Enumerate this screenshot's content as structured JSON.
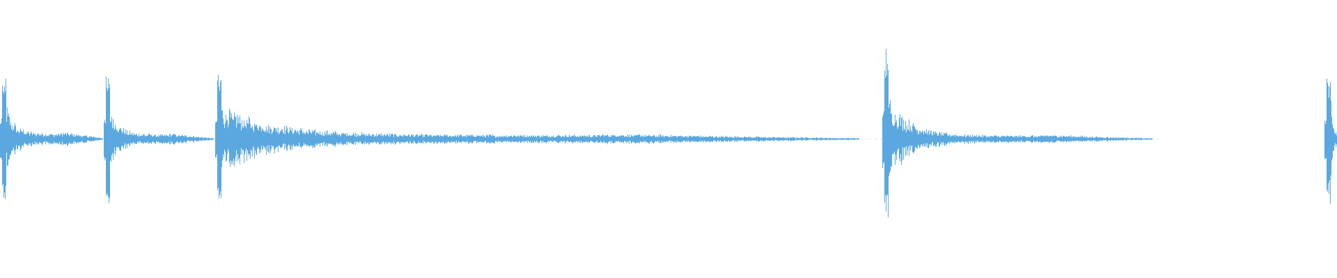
{
  "waveform": {
    "color": "#5ba8e0",
    "background": "#ffffff",
    "baseline_fraction": 0.5,
    "transients": [
      {
        "position": 0.0015,
        "peak": 0.5,
        "decay_length": 0.075,
        "tail_level": 0.05
      },
      {
        "position": 0.079,
        "peak": 0.52,
        "decay_length": 0.08,
        "tail_level": 0.04
      },
      {
        "position": 0.162,
        "peak": 0.52,
        "decay_length": 0.48,
        "tail_level": 0.035
      },
      {
        "position": 0.661,
        "peak": 0.7,
        "decay_length": 0.2,
        "tail_level": 0.03
      },
      {
        "position": 0.992,
        "peak": 0.5,
        "decay_length": 0.008,
        "tail_level": 0.12
      }
    ]
  }
}
